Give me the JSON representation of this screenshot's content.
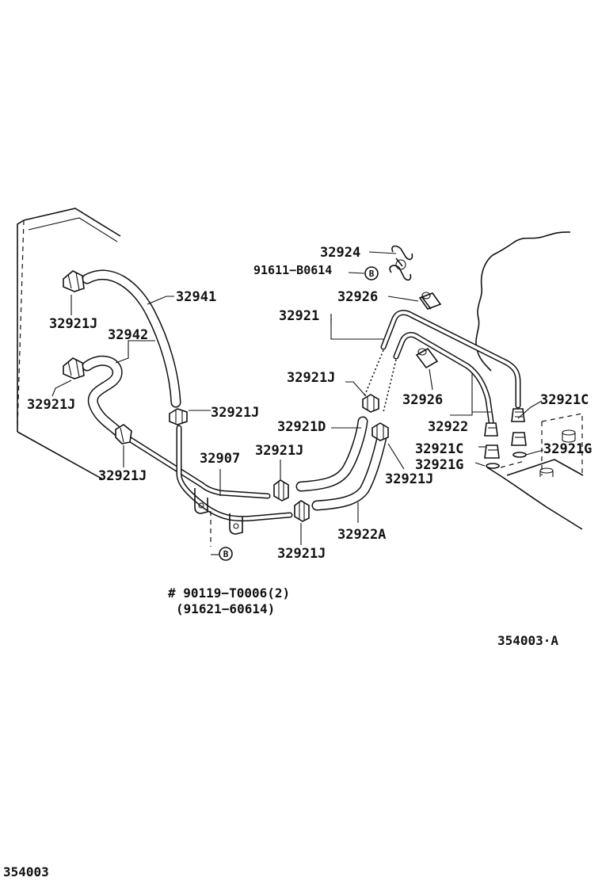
{
  "diagram_id": "354003",
  "revision_label": "354003·A",
  "parts": {
    "p32924": "32924",
    "p91611": "91611−B0614",
    "p32926_top": "32926",
    "p32921": "32921",
    "p32941": "32941",
    "p32921J_a": "32921J",
    "p32942": "32942",
    "p32921J_b": "32921J",
    "p32921J_c": "32921J",
    "p32921J_d": "32921J",
    "p32921J_e": "32921J",
    "p32921D": "32921D",
    "p32926_mid": "32926",
    "p32922": "32922",
    "p32921C_a": "32921C",
    "p32921C_b": "32921C",
    "p32921G_a": "32921G",
    "p32921G_b": "32921G",
    "p32907": "32907",
    "p32921J_f": "32921J",
    "p32921J_g": "32921J",
    "p32921J_h": "32921J",
    "p32922A": "32922A"
  },
  "callout_b": "B",
  "note_line1": "# 90119−T0006(2)",
  "note_line2": "(91621−60614)"
}
